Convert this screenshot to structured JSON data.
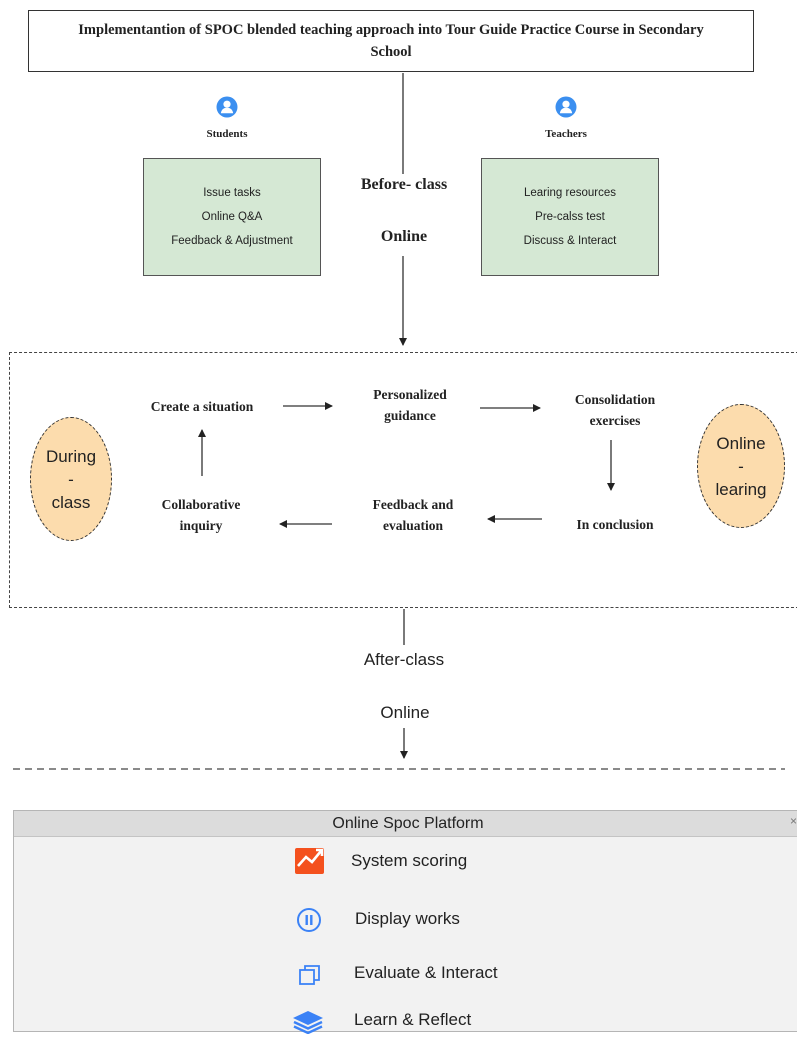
{
  "title": "Implementantion of SPOC blended teaching approach into Tour Guide Practice Course in Secondary School",
  "before_class": {
    "students": {
      "label": "Students",
      "icon": "user-icon",
      "items": [
        "Issue tasks",
        "Online Q&A",
        "Feedback & Adjustment"
      ]
    },
    "teachers": {
      "label": "Teachers",
      "icon": "user-icon",
      "items": [
        "Learing resources",
        "Pre-calss test",
        "Discuss & Interact"
      ]
    },
    "stage_label": "Before- class",
    "mode_label": "Online",
    "box_color": "#d5e8d4",
    "icon_color": "#3b8ff0"
  },
  "during_class": {
    "left_ellipse": {
      "line1": "During",
      "line2": "-",
      "line3": "class"
    },
    "right_ellipse": {
      "line1": "Online",
      "line2": "-",
      "line3": "learing"
    },
    "ellipse_color": "#fcdcad",
    "steps": {
      "create_situation": "Create a situation",
      "personalized_guidance": {
        "line1": "Personalized",
        "line2": "guidance"
      },
      "consolidation_exercises": {
        "line1": "Consolidation",
        "line2": "exercises"
      },
      "in_conclusion": "In conclusion",
      "feedback_evaluation": {
        "line1": "Feedback and",
        "line2": "evaluation"
      },
      "collaborative_inquiry": {
        "line1": "Collaborative",
        "line2": "inquiry"
      }
    }
  },
  "after_class": {
    "stage_label": "After-class",
    "mode_label": "Online"
  },
  "platform": {
    "title": "Online Spoc Platform",
    "close_glyph": "×",
    "items": [
      {
        "label": "System scoring",
        "icon": "trend-chart-icon",
        "color": "#f4511e"
      },
      {
        "label": "Display works",
        "icon": "pause-circle-icon",
        "color": "#3b82f6"
      },
      {
        "label": "Evaluate & Interact",
        "icon": "copy-icon",
        "color": "#3b82f6"
      },
      {
        "label": "Learn & Reflect",
        "icon": "layers-icon",
        "color": "#3b82f6"
      }
    ]
  }
}
